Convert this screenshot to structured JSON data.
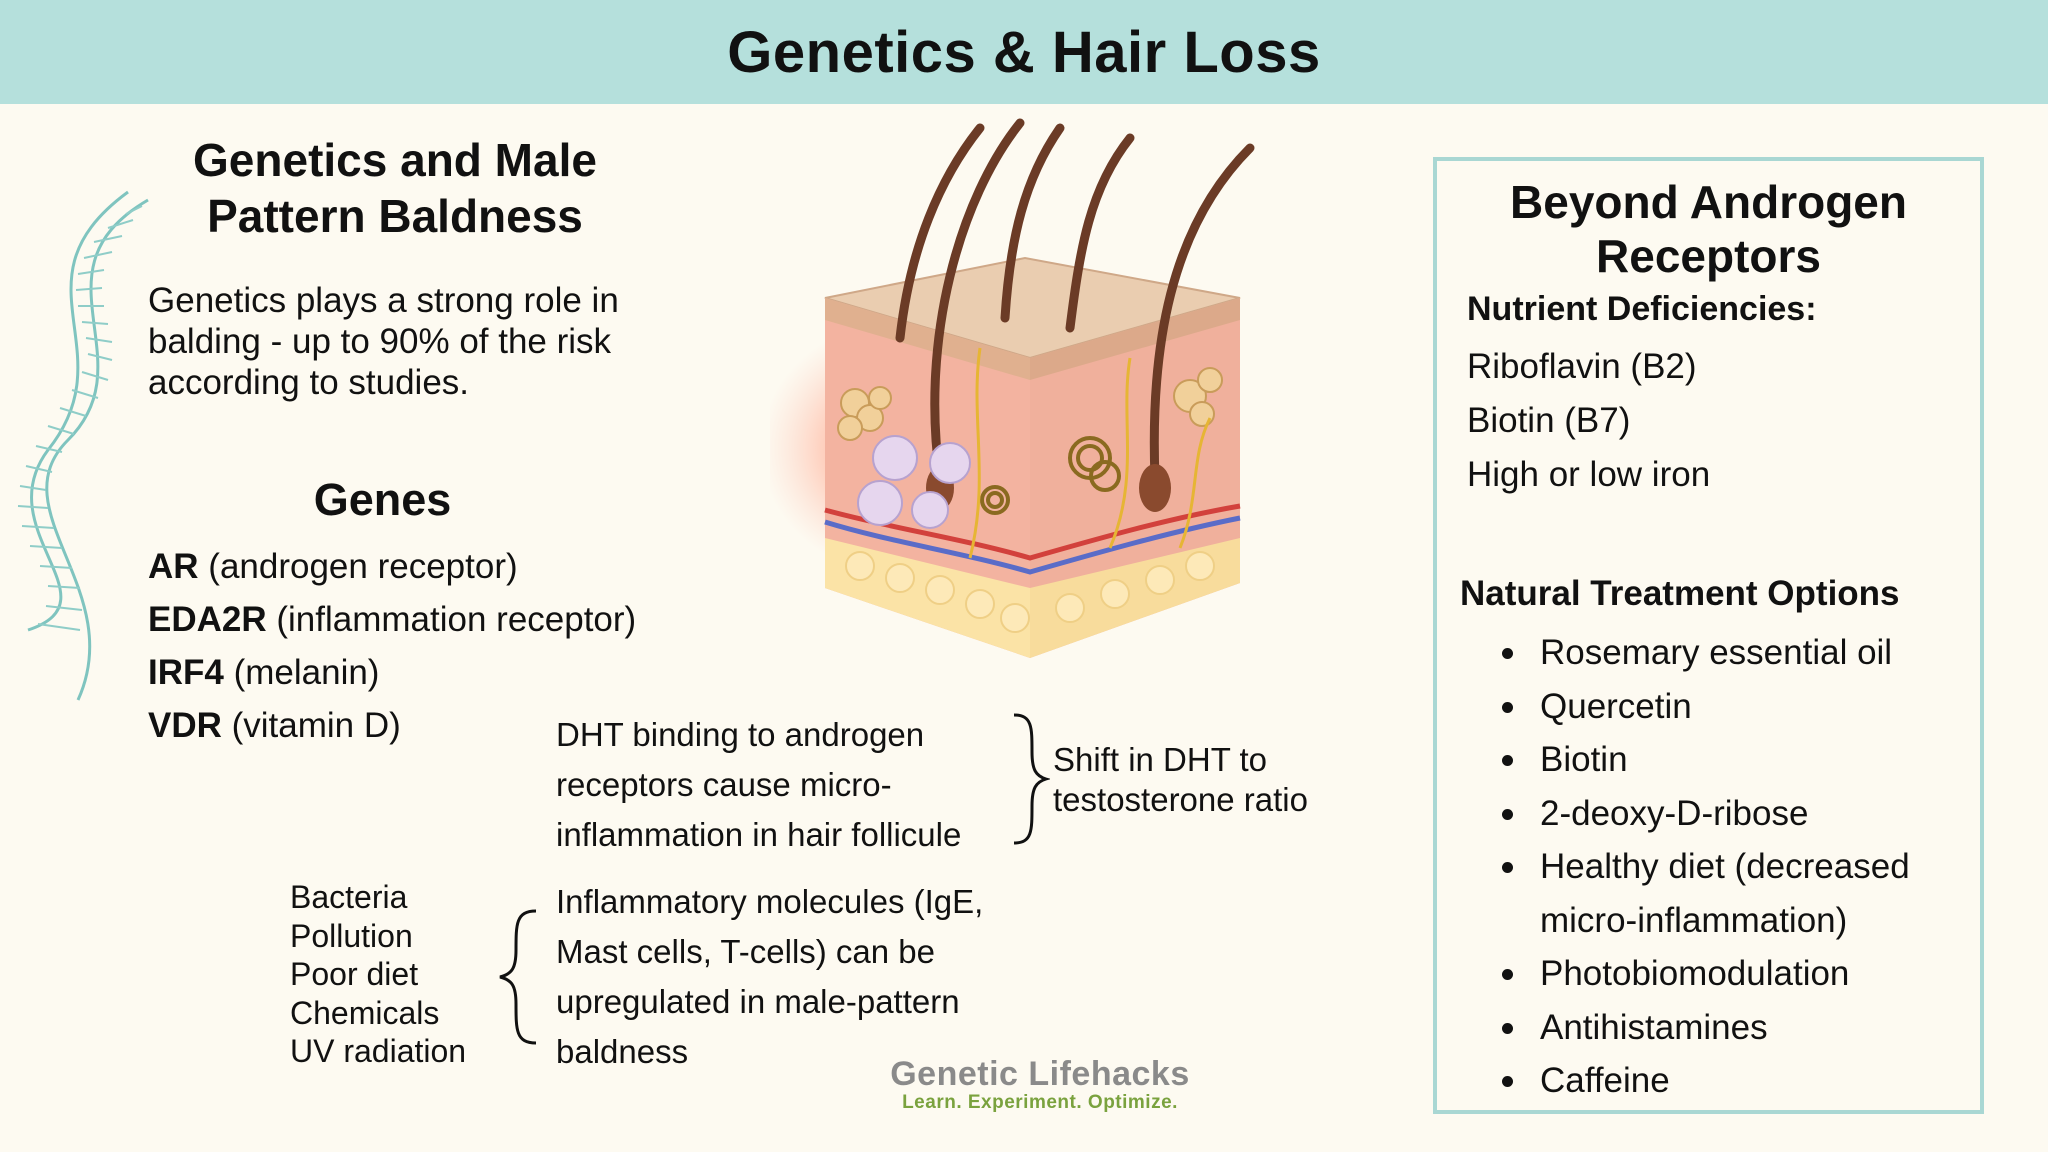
{
  "title": "Genetics & Hair Loss",
  "left": {
    "title": "Genetics and Male Pattern Baldness",
    "intro": "Genetics plays a strong role in balding - up to 90% of the risk according to studies.",
    "genes_title": "Genes",
    "genes": [
      {
        "symbol": "AR",
        "desc": " (androgen receptor)"
      },
      {
        "symbol": "EDA2R",
        "desc": " (inflammation receptor)"
      },
      {
        "symbol": "IRF4",
        "desc": " (melanin)"
      },
      {
        "symbol": "VDR",
        "desc": " (vitamin D)"
      }
    ]
  },
  "center": {
    "dht_text": "DHT binding to androgen receptors cause micro-inflammation in hair follicule",
    "shift_text": "Shift in DHT to testosterone ratio",
    "triggers": [
      "Bacteria",
      "Pollution",
      "Poor diet",
      "Chemicals",
      "UV radiation"
    ],
    "inflammation_text": "Inflammatory molecules (IgE, Mast cells, T-cells) can be upregulated in male-pattern baldness"
  },
  "right": {
    "title": "Beyond Androgen Receptors",
    "nutrient_heading": "Nutrient Deficiencies:",
    "nutrients": [
      "Riboflavin (B2)",
      "Biotin (B7)",
      "High or low iron"
    ],
    "treatment_heading": "Natural Treatment Options",
    "treatments": [
      "Rosemary essential oil",
      "Quercetin",
      "Biotin",
      "2-deoxy-D-ribose",
      "Healthy diet (decreased micro-inflammation)",
      "Photobiomodulation",
      "Antihistamines",
      "Caffeine"
    ]
  },
  "logo": {
    "name": "Genetic Lifehacks",
    "tagline": "Learn. Experiment. Optimize."
  },
  "icons": [
    "dna-helix-icon",
    "skin-hair-follicle-illustration"
  ],
  "colors": {
    "header_bg": "#b5e0dc",
    "box_border": "#a9d7d3",
    "background": "#fdfaf1"
  }
}
